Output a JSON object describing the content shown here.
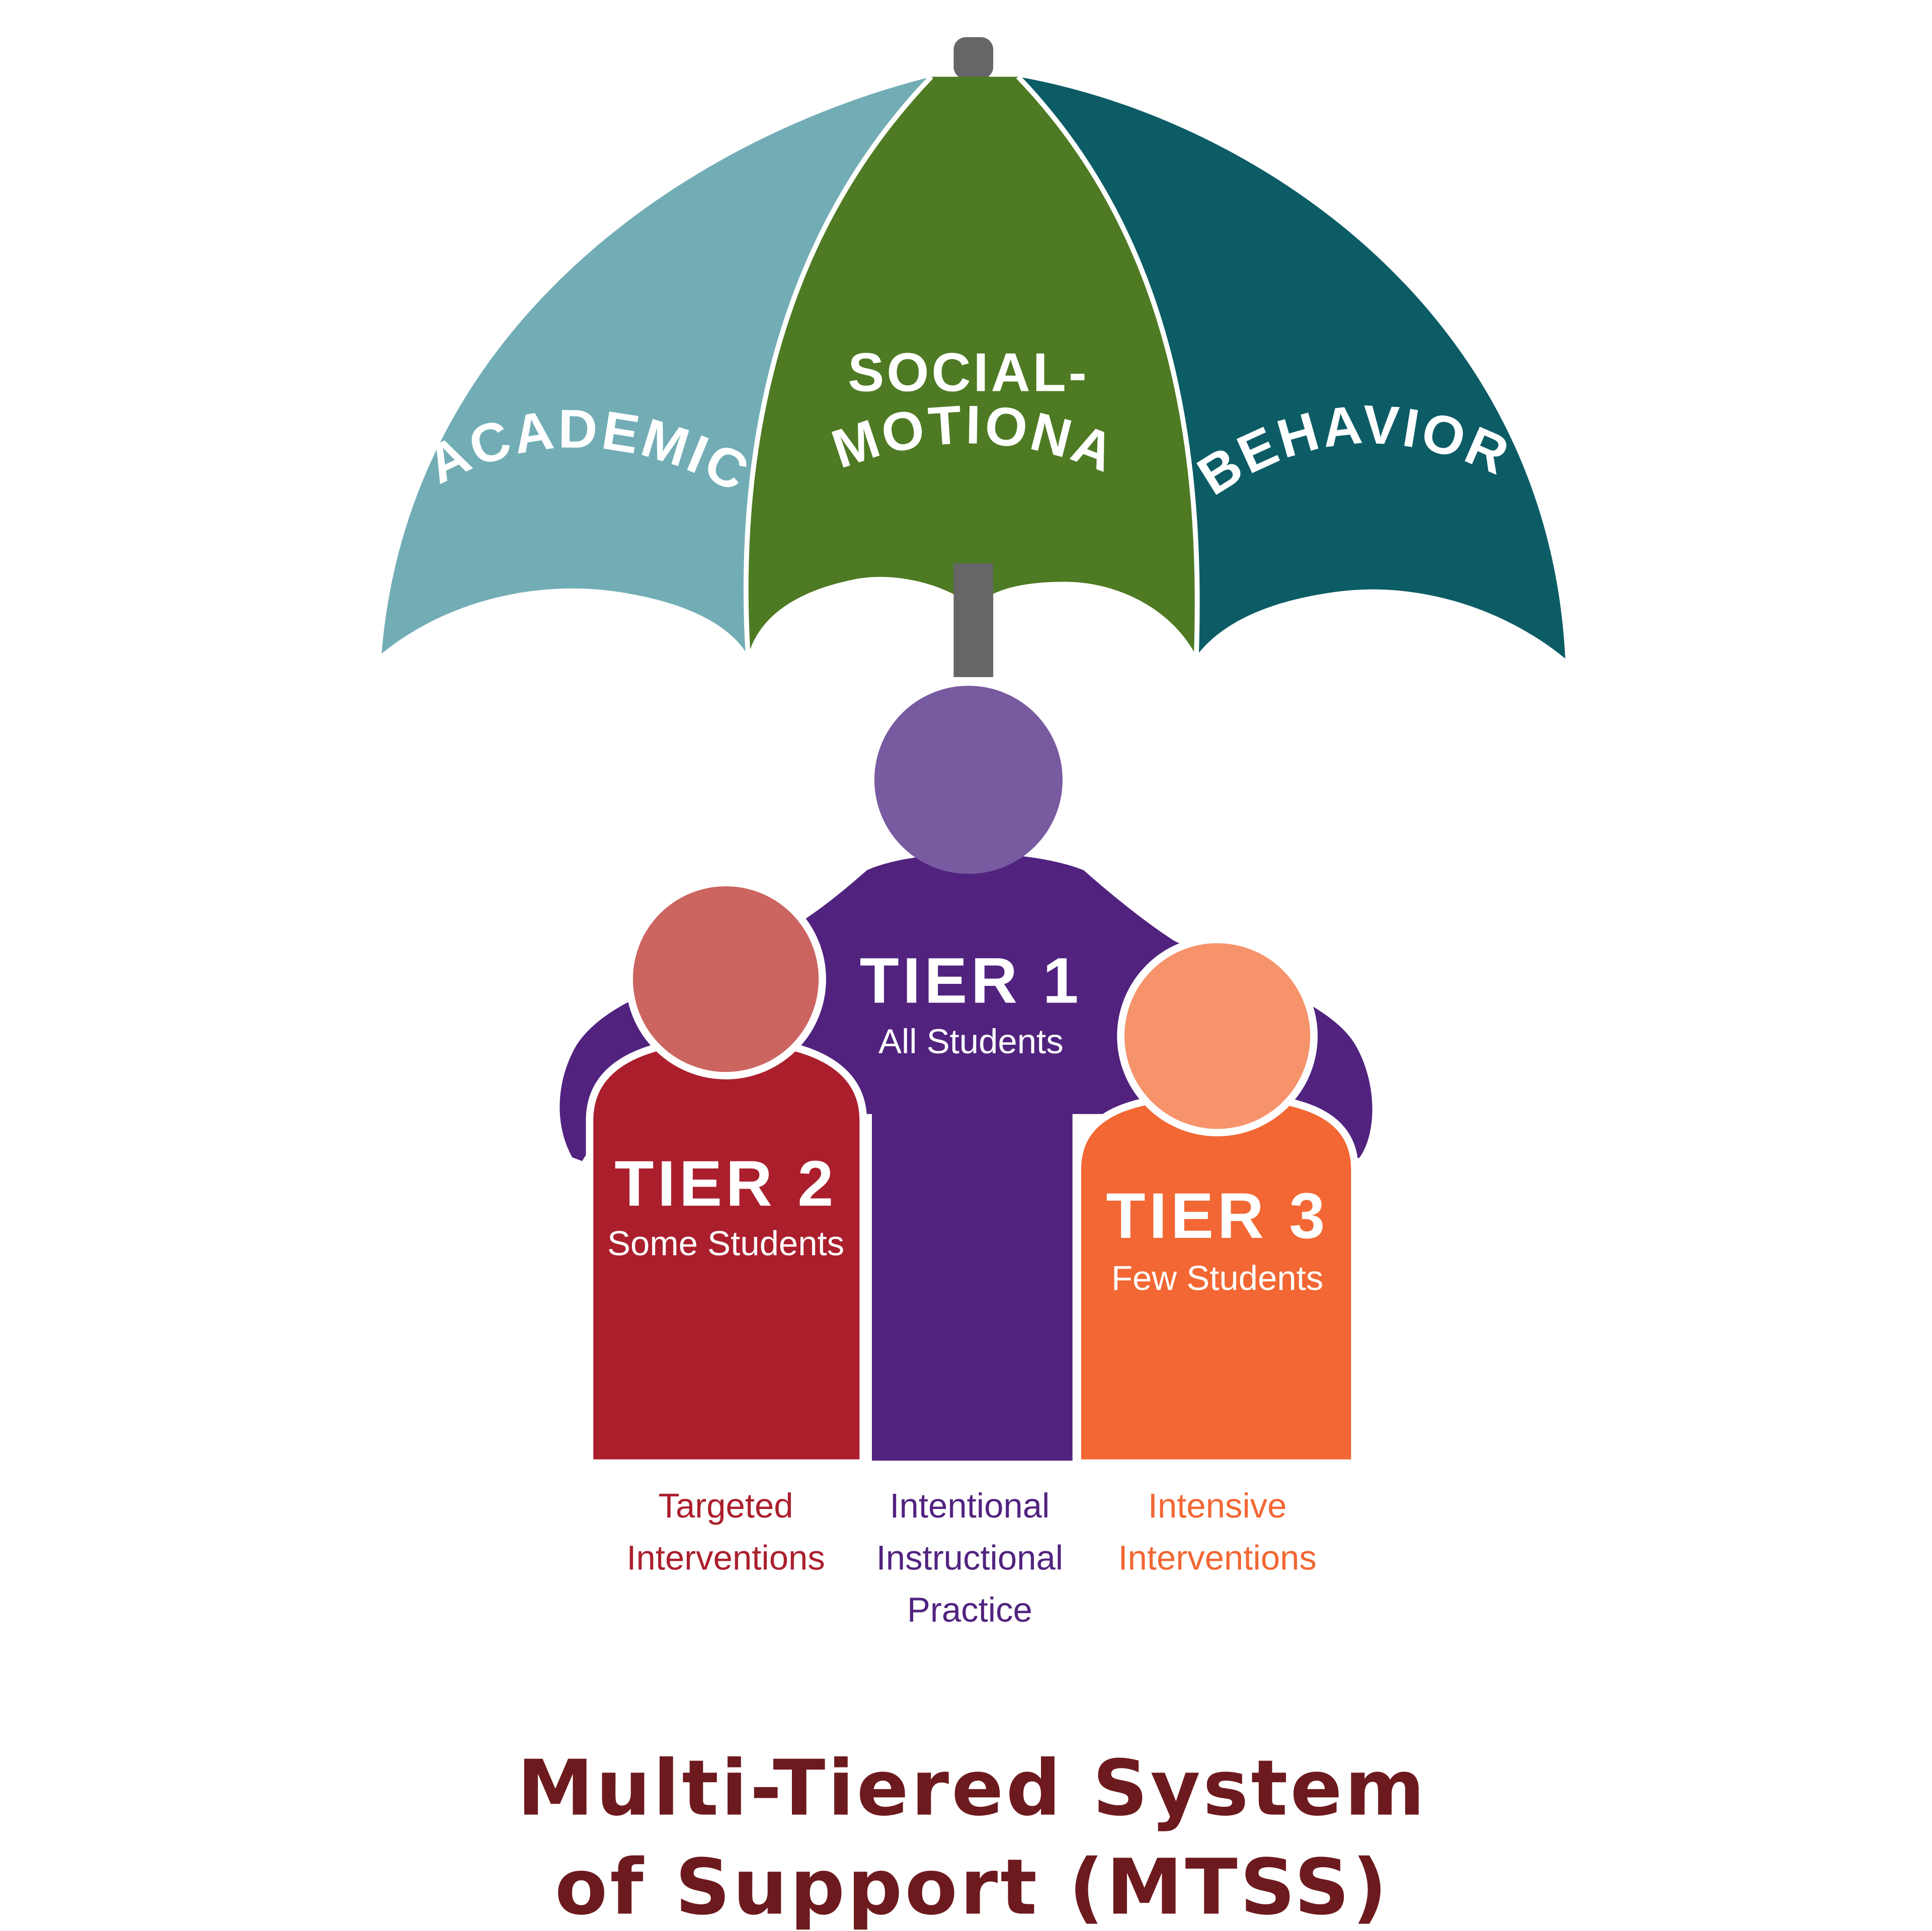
{
  "umbrella": {
    "panels": [
      {
        "label": "ACADEMIC",
        "color": "#72adb5"
      },
      {
        "label_line1": "SOCIAL-",
        "label_line2": "EMOTIONAL",
        "color": "#4e7a23"
      },
      {
        "label": "BEHAVIOR",
        "color": "#0c5c66"
      }
    ],
    "pole_color": "#666666"
  },
  "tiers": {
    "tier1": {
      "title": "TIER 1",
      "subtitle": "All Students",
      "color": "#51237f",
      "head_color": "#785aa0",
      "caption": [
        "Intentional",
        "Instructional",
        "Practice"
      ],
      "caption_color": "#51237f"
    },
    "tier2": {
      "title": "TIER 2",
      "subtitle": "Some Students",
      "color": "#ab1f2d",
      "head_color": "#cc6460",
      "caption": [
        "Targeted",
        "Interventions"
      ],
      "caption_color": "#ab1f2d"
    },
    "tier3": {
      "title": "TIER 3",
      "subtitle": "Few Students",
      "color": "#f26733",
      "head_color": "#f6936a",
      "caption": [
        "Intensive",
        "Interventions"
      ],
      "caption_color": "#f26733"
    }
  },
  "title": {
    "line1": "Multi-Tiered System",
    "line2": "of Support (MTSS)",
    "color": "#6d1a1e"
  }
}
